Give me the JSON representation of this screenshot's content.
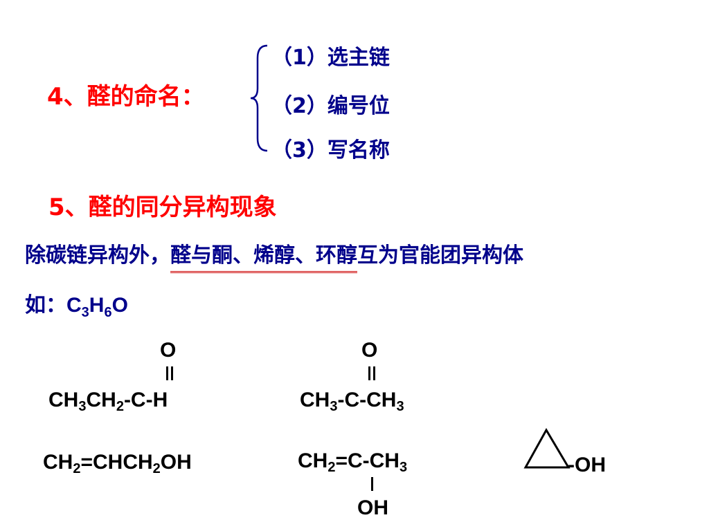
{
  "heading_naming": "4、醛的命名：",
  "naming_steps": [
    "（1）选主链",
    "（2）编号位",
    "（3）写名称"
  ],
  "heading_isomer": "5、醛的同分异构现象",
  "isomer_note_part1": "除碳链异构外，",
  "isomer_note_underlined": "醛与酮、烯醇、环醇",
  "isomer_note_part2": "互为官能团异构体",
  "example_prefix": "如：",
  "example_formula": {
    "c": "C",
    "c_n": "3",
    "h": "H",
    "h_n": "6",
    "o": "O"
  },
  "structures": {
    "propanal": {
      "o": "O",
      "p1": "CH",
      "n1": "3",
      "p2": "CH",
      "n2": "2",
      "p3": "-C-H"
    },
    "acetone": {
      "o": "O",
      "p1": "CH",
      "n1": "3",
      "p2": "-C-CH",
      "n2": "3"
    },
    "allyl_alcohol": {
      "p1": "CH",
      "n1": "2",
      "p2": "=CHCH",
      "n2": "2",
      "p3": "OH"
    },
    "propenol": {
      "p1": "CH",
      "n1": "2",
      "p2": "=C-CH",
      "n2": "3",
      "oh": "OH"
    },
    "cyclopropanol": {
      "oh": "-OH"
    }
  },
  "colors": {
    "heading": "#ff0000",
    "body_text": "#00008b",
    "formula": "#000000",
    "underline": "#cc0000"
  }
}
